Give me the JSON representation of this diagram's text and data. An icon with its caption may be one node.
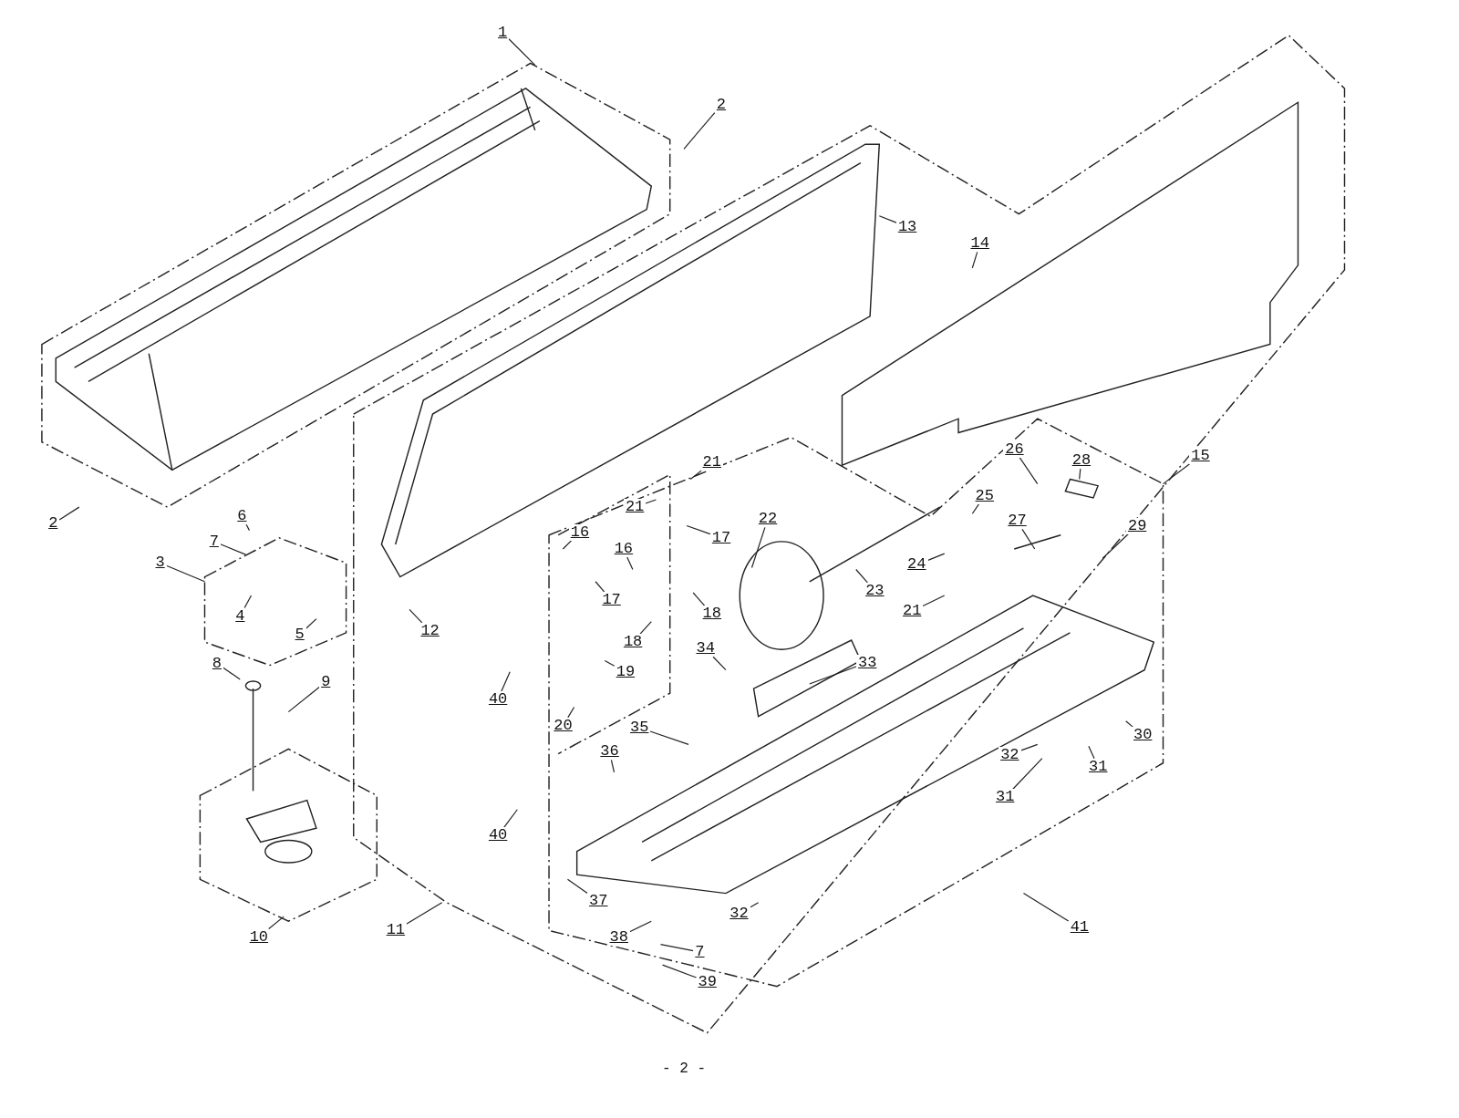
{
  "diagram": {
    "nodes": [
      {
        "text": [
          "1"
        ]
      },
      {
        "text": [
          "2"
        ]
      },
      {
        "text": [
          "2"
        ]
      },
      {
        "text": [
          "6"
        ]
      },
      {
        "text": [
          "7"
        ]
      },
      {
        "text": [
          "3"
        ]
      },
      {
        "text": [
          "4"
        ]
      },
      {
        "text": [
          "5"
        ]
      },
      {
        "text": [
          "8"
        ]
      },
      {
        "text": [
          "9"
        ]
      },
      {
        "text": [
          "10"
        ]
      },
      {
        "text": [
          "11"
        ]
      },
      {
        "text": [
          "12"
        ]
      },
      {
        "text": [
          "13"
        ]
      },
      {
        "text": [
          "14"
        ]
      },
      {
        "text": [
          "15"
        ]
      },
      {
        "text": [
          "16"
        ]
      },
      {
        "text": [
          "16"
        ]
      },
      {
        "text": [
          "17"
        ]
      },
      {
        "text": [
          "18"
        ]
      },
      {
        "text": [
          "17"
        ]
      },
      {
        "text": [
          "18"
        ]
      },
      {
        "text": [
          "19"
        ]
      },
      {
        "text": [
          "20"
        ]
      },
      {
        "text": [
          "21"
        ]
      },
      {
        "text": [
          "21"
        ]
      },
      {
        "text": [
          "21"
        ]
      },
      {
        "text": [
          "22"
        ]
      },
      {
        "text": [
          "23"
        ]
      },
      {
        "text": [
          "24"
        ]
      },
      {
        "text": [
          "25"
        ]
      },
      {
        "text": [
          "26"
        ]
      },
      {
        "text": [
          "27"
        ]
      },
      {
        "text": [
          "28"
        ]
      },
      {
        "text": [
          "29"
        ]
      },
      {
        "text": [
          "30"
        ]
      },
      {
        "text": [
          "31"
        ]
      },
      {
        "text": [
          "31"
        ]
      },
      {
        "text": [
          "32"
        ]
      },
      {
        "text": [
          "32"
        ]
      },
      {
        "text": [
          "33"
        ]
      },
      {
        "text": [
          "34"
        ]
      },
      {
        "text": [
          "35"
        ]
      },
      {
        "text": [
          "36"
        ]
      },
      {
        "text": [
          "37"
        ]
      },
      {
        "text": [
          "38"
        ]
      },
      {
        "text": [
          "7"
        ]
      },
      {
        "text": [
          "39"
        ]
      },
      {
        "text": [
          "40"
        ]
      },
      {
        "text": [
          "40"
        ]
      },
      {
        "text": [
          "41"
        ]
      }
    ],
    "edges": [
      {
        "from": 0,
        "to": null,
        "arrow": "none"
      },
      {
        "from": 1,
        "to": null,
        "arrow": "none"
      },
      {
        "from": 2,
        "to": null,
        "arrow": "none"
      },
      {
        "from": 3,
        "to": null,
        "arrow": "none"
      },
      {
        "from": 4,
        "to": null,
        "arrow": "none"
      },
      {
        "from": 5,
        "to": null,
        "arrow": "none"
      },
      {
        "from": 6,
        "to": null,
        "arrow": "none"
      },
      {
        "from": 7,
        "to": null,
        "arrow": "none"
      },
      {
        "from": 8,
        "to": null,
        "arrow": "none"
      },
      {
        "from": 9,
        "to": null,
        "arrow": "none"
      },
      {
        "from": 10,
        "to": null,
        "arrow": "none"
      },
      {
        "from": 11,
        "to": null,
        "arrow": "none"
      },
      {
        "from": 12,
        "to": null,
        "arrow": "none"
      },
      {
        "from": 13,
        "to": null,
        "arrow": "none"
      },
      {
        "from": 14,
        "to": null,
        "arrow": "none"
      },
      {
        "from": 15,
        "to": null,
        "arrow": "none"
      },
      {
        "from": 16,
        "to": null,
        "arrow": "none"
      },
      {
        "from": 17,
        "to": null,
        "arrow": "none"
      },
      {
        "from": 18,
        "to": null,
        "arrow": "none"
      },
      {
        "from": 19,
        "to": null,
        "arrow": "none"
      },
      {
        "from": 20,
        "to": null,
        "arrow": "none"
      },
      {
        "from": 21,
        "to": null,
        "arrow": "none"
      },
      {
        "from": 22,
        "to": null,
        "arrow": "none"
      },
      {
        "from": 23,
        "to": null,
        "arrow": "none"
      },
      {
        "from": 24,
        "to": null,
        "arrow": "none"
      },
      {
        "from": 25,
        "to": null,
        "arrow": "none"
      },
      {
        "from": 26,
        "to": null,
        "arrow": "none"
      },
      {
        "from": 27,
        "to": null,
        "arrow": "none"
      },
      {
        "from": 28,
        "to": null,
        "arrow": "none"
      },
      {
        "from": 29,
        "to": null,
        "arrow": "none"
      },
      {
        "from": 30,
        "to": null,
        "arrow": "none"
      },
      {
        "from": 31,
        "to": null,
        "arrow": "none"
      },
      {
        "from": 32,
        "to": null,
        "arrow": "none"
      },
      {
        "from": 33,
        "to": null,
        "arrow": "none"
      },
      {
        "from": 34,
        "to": null,
        "arrow": "none"
      },
      {
        "from": 35,
        "to": null,
        "arrow": "none"
      },
      {
        "from": 36,
        "to": null,
        "arrow": "none"
      },
      {
        "from": 37,
        "to": null,
        "arrow": "none"
      },
      {
        "from": 38,
        "to": null,
        "arrow": "none"
      },
      {
        "from": 39,
        "to": null,
        "arrow": "none"
      },
      {
        "from": 40,
        "to": null,
        "arrow": "none"
      },
      {
        "from": 41,
        "to": null,
        "arrow": "none"
      },
      {
        "from": 42,
        "to": null,
        "arrow": "none"
      },
      {
        "from": 43,
        "to": null,
        "arrow": "none"
      },
      {
        "from": 44,
        "to": null,
        "arrow": "none"
      },
      {
        "from": 45,
        "to": null,
        "arrow": "none"
      },
      {
        "from": 46,
        "to": null,
        "arrow": "none"
      },
      {
        "from": 47,
        "to": null,
        "arrow": "none"
      },
      {
        "from": 48,
        "to": null,
        "arrow": "none"
      },
      {
        "from": 49,
        "to": null,
        "arrow": "none"
      },
      {
        "from": 50,
        "to": null,
        "arrow": "none"
      }
    ],
    "labels": [
      "- 2 -"
    ]
  }
}
